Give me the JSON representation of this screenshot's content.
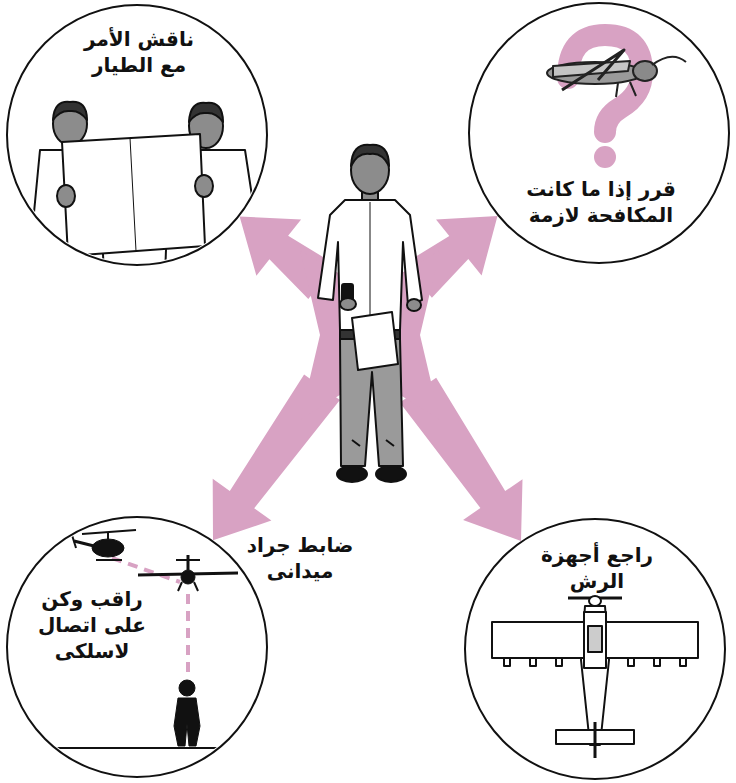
{
  "diagram": {
    "nodes": [
      {
        "text": [
          "ناقش الأمر مع الطيار"
        ]
      },
      {
        "text": [
          "قرر إذا ما كانت المكافحة لازمة"
        ]
      },
      {
        "text": [
          "ضابط جراد ميدانى"
        ]
      },
      {
        "text": [
          "راقب وكن على اتصال لاسلكى"
        ]
      },
      {
        "text": [
          "راجع أجهزة الرش"
        ]
      }
    ],
    "edges": [
      {
        "from": 2,
        "to": 0,
        "arrow": "to"
      },
      {
        "from": 2,
        "to": 1,
        "arrow": "to"
      },
      {
        "from": 2,
        "to": 3,
        "arrow": "to"
      },
      {
        "from": 2,
        "to": 4,
        "arrow": "to"
      }
    ]
  }
}
